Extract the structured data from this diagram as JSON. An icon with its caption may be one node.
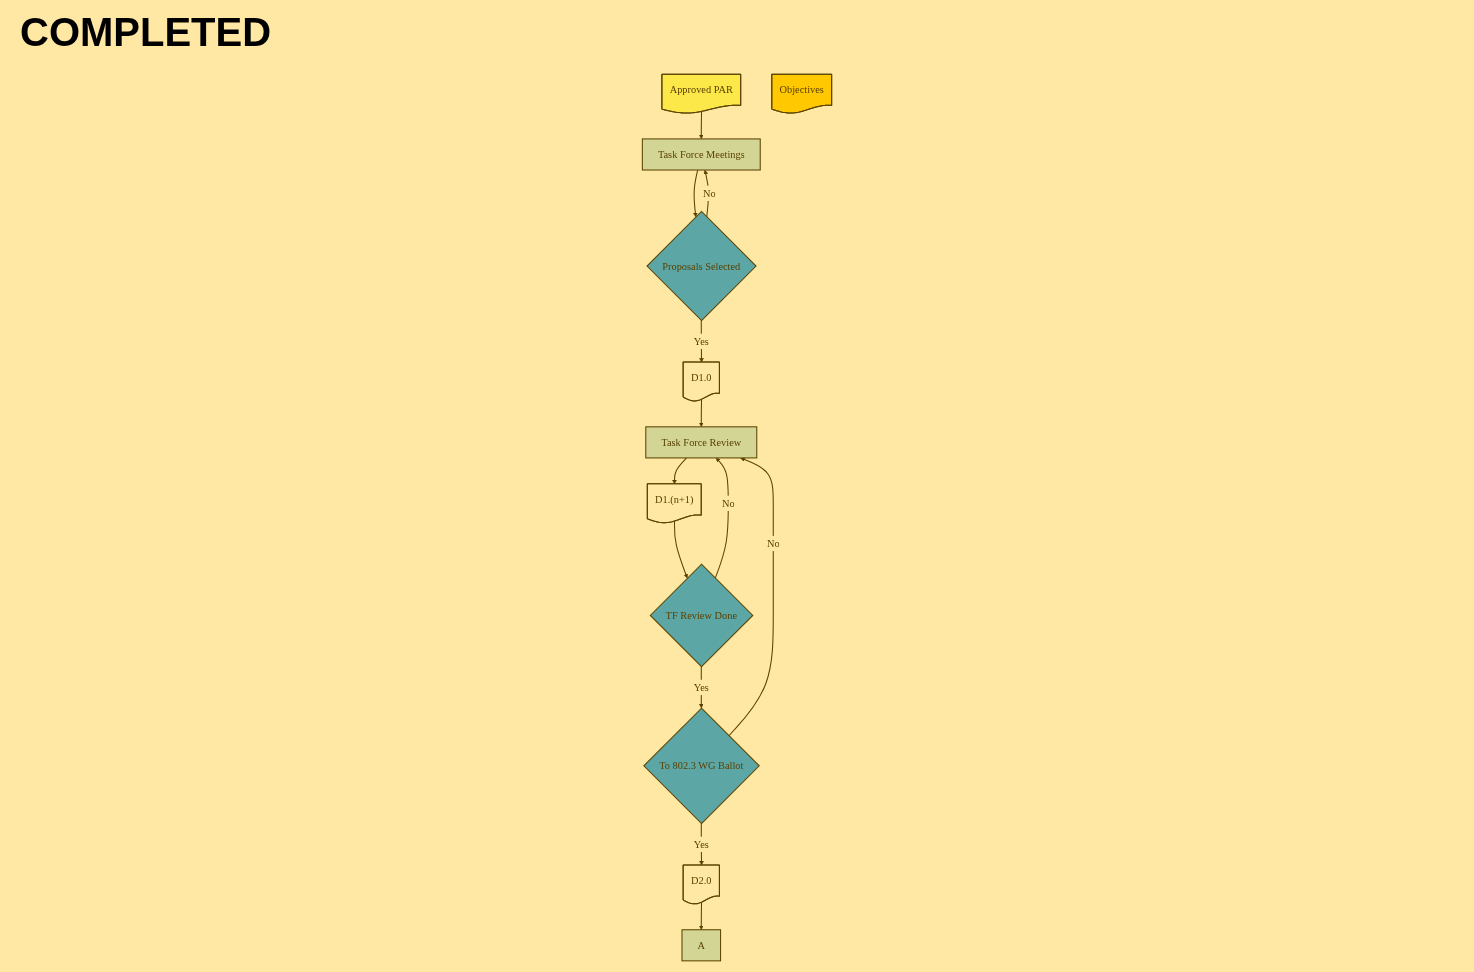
{
  "diagram": {
    "nodes": [
      {
        "text": [
          "Approved PAR"
        ]
      },
      {
        "text": [
          "Task Force Meetings"
        ]
      },
      {
        "text": [
          "Objectives"
        ]
      },
      {
        "text": [
          "Proposals Selected"
        ]
      },
      {
        "text": [
          "D1.0"
        ]
      },
      {
        "text": [
          "Task Force Review"
        ]
      },
      {
        "text": [
          "D1.(n+1)"
        ]
      },
      {
        "text": [
          "TF Review Done"
        ]
      },
      {
        "text": [
          "To 802.3 WG Ballot"
        ]
      },
      {
        "text": [
          "D2.0"
        ]
      },
      {
        "text": [
          "A"
        ]
      }
    ],
    "edges": [
      {
        "from": 0,
        "to": 1,
        "arrow": "to"
      },
      {
        "from": 1,
        "to": 3,
        "arrow": "to"
      },
      {
        "from": 3,
        "to": 1,
        "label": "No",
        "arrow": "to"
      },
      {
        "from": 3,
        "to": 4,
        "label": "Yes",
        "arrow": "to"
      },
      {
        "from": 4,
        "to": 5,
        "arrow": "to"
      },
      {
        "from": 5,
        "to": 6,
        "arrow": "to"
      },
      {
        "from": 6,
        "to": 7,
        "arrow": "to"
      },
      {
        "from": 7,
        "to": 5,
        "label": "No",
        "arrow": "to"
      },
      {
        "from": 7,
        "to": 8,
        "label": "Yes",
        "arrow": "to"
      },
      {
        "from": 8,
        "to": 5,
        "label": "No",
        "arrow": "to"
      },
      {
        "from": 8,
        "to": 9,
        "label": "Yes",
        "arrow": "to"
      },
      {
        "from": 9,
        "to": 10,
        "arrow": "to"
      }
    ],
    "labels": [
      "COMPLETED"
    ]
  }
}
